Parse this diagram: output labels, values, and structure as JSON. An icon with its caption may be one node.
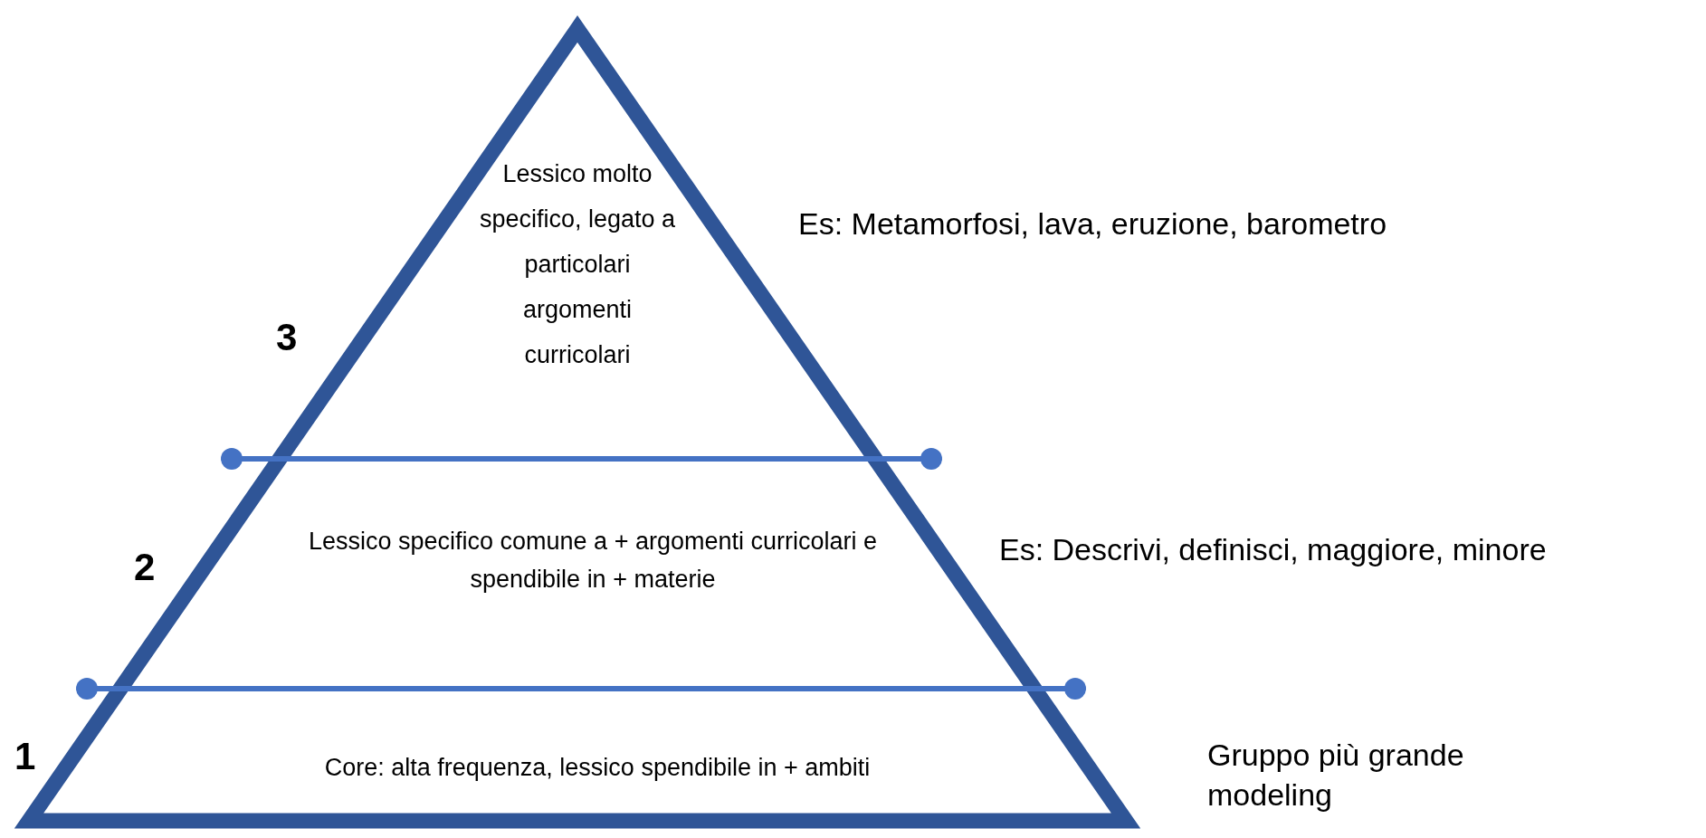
{
  "diagram": {
    "nodes": [
      {
        "text": [
          "Lessico molto specifico, legato a particolari argomenti curricolari"
        ]
      },
      {
        "text": [
          "Lessico specifico comune a + argomenti curricolari e spendibile in + materie"
        ]
      },
      {
        "text": [
          "Core: alta frequenza, lessico spendibile in + ambiti"
        ]
      }
    ],
    "labels": [
      "Es: Metamorfosi, lava, eruzione, barometro",
      "3",
      "Es: Descrivi, definisci, maggiore, minore",
      "2",
      "1",
      "Gruppo più grande modeling"
    ]
  }
}
